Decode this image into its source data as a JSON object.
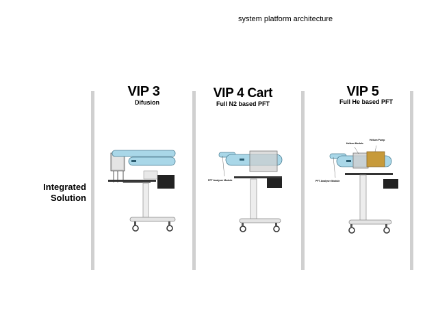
{
  "title": "system platform architecture",
  "row_label": {
    "line1": "Integrated",
    "line2": "Solution"
  },
  "columns": [
    {
      "name": "VIP 3",
      "subtitle": "Difusion",
      "labels": {}
    },
    {
      "name": "VIP 4 Cart",
      "subtitle": "Full N2 based PFT",
      "labels": {
        "analyser": "PFT Analyser Module"
      }
    },
    {
      "name": "VIP 5",
      "subtitle": "Full He based PFT",
      "labels": {
        "analyser": "PFT Analyser Module",
        "helium_module": "Helium Module",
        "helium_pump": "Helium Pump"
      }
    }
  ],
  "colors": {
    "tube": "#a9d7e8",
    "divider": "#d0d0d0",
    "helium": "#c79a3a",
    "frame": "#dcdcdc"
  }
}
